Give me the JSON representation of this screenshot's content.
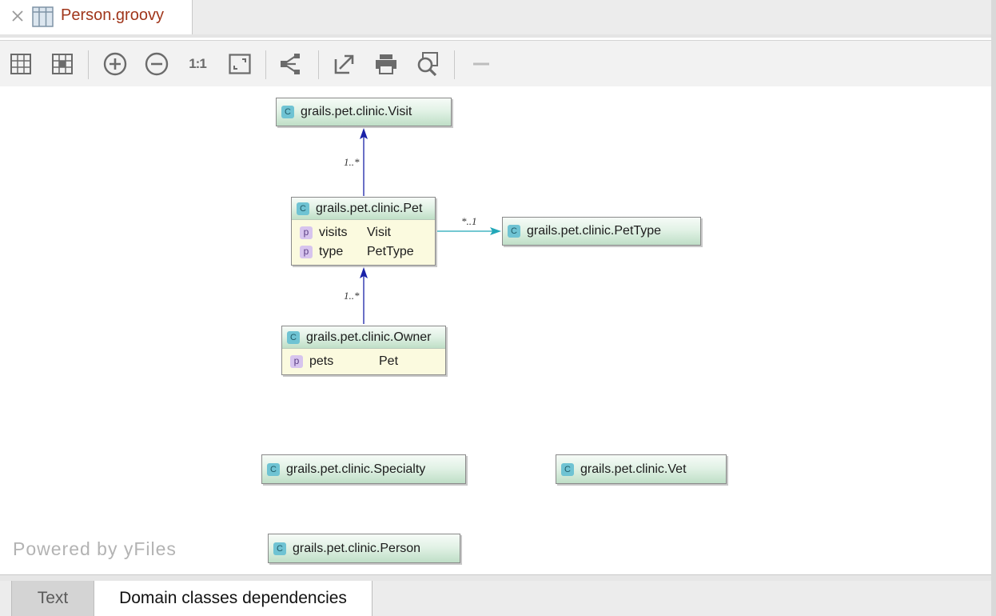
{
  "editor_tab": {
    "title": "Person.groovy"
  },
  "toolbar": {
    "actual_size_label": "1:1"
  },
  "diagram": {
    "nodes": {
      "visit": {
        "title": "grails.pet.clinic.Visit",
        "icon": "C"
      },
      "pet": {
        "title": "grails.pet.clinic.Pet",
        "icon": "C",
        "properties": [
          {
            "icon": "p",
            "name": "visits",
            "type": "Visit"
          },
          {
            "icon": "p",
            "name": "type",
            "type": "PetType"
          }
        ]
      },
      "pettype": {
        "title": "grails.pet.clinic.PetType",
        "icon": "C"
      },
      "owner": {
        "title": "grails.pet.clinic.Owner",
        "icon": "C",
        "properties": [
          {
            "icon": "p",
            "name": "pets",
            "type": "Pet"
          }
        ]
      },
      "specialty": {
        "title": "grails.pet.clinic.Specialty",
        "icon": "C"
      },
      "vet": {
        "title": "grails.pet.clinic.Vet",
        "icon": "C"
      },
      "person": {
        "title": "grails.pet.clinic.Person",
        "icon": "C"
      }
    },
    "edges": {
      "pet_to_visit": "1..*",
      "pet_to_pettype": "*..1",
      "owner_to_pet": "1..*"
    },
    "colors": {
      "composition_edge": "#1a22a8",
      "reference_edge": "#22a7b8"
    },
    "watermark": "Powered by yFiles"
  },
  "bottom_tabs": {
    "text_label": "Text",
    "domain_label": "Domain classes dependencies"
  }
}
